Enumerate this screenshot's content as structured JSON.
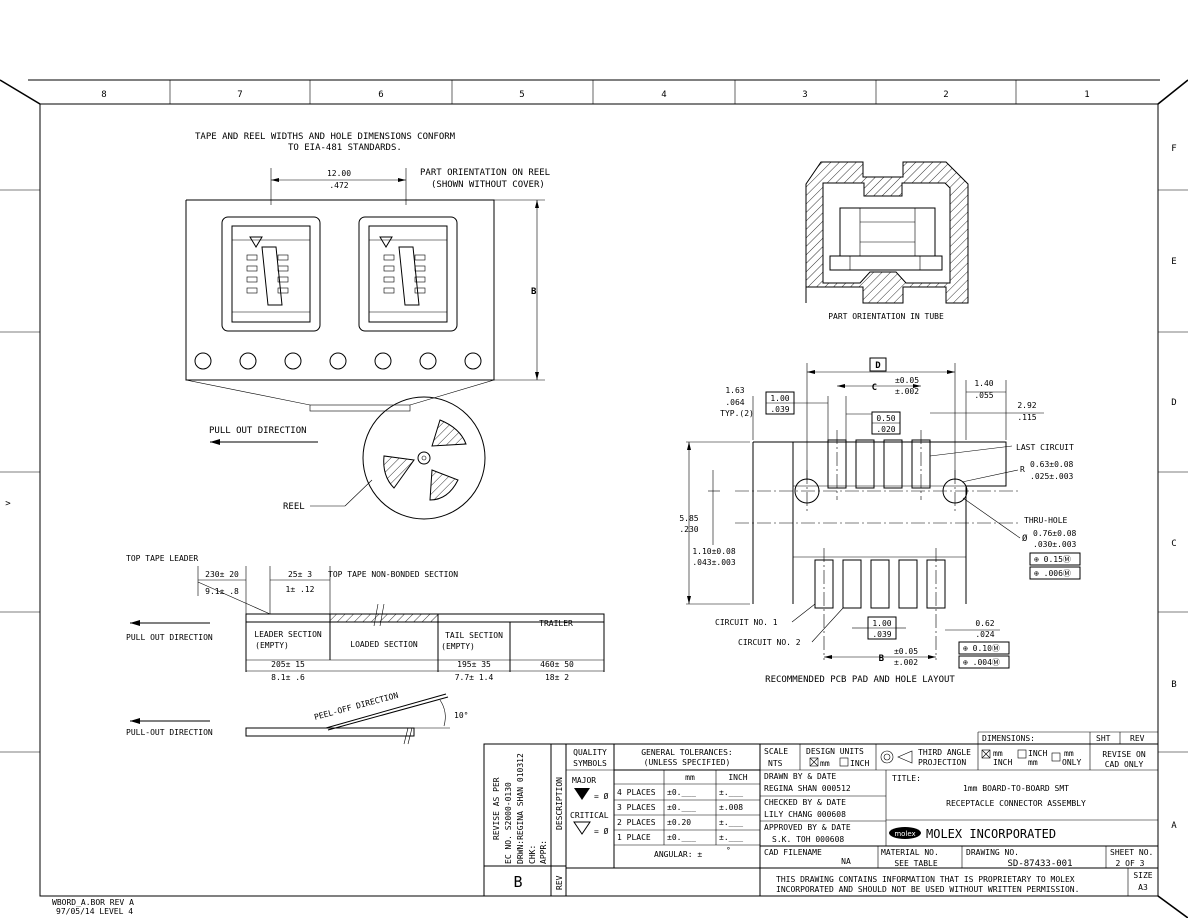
{
  "border": {
    "columns": [
      "8",
      "7",
      "6",
      "5",
      "4",
      "3",
      "2",
      "1"
    ],
    "rows": [
      "F",
      "E",
      "D",
      "C",
      "B",
      "A"
    ],
    "side_mark": ">"
  },
  "notes": {
    "tape_standard_line1": "TAPE AND REEL WIDTHS AND HOLE DIMENSIONS CONFORM",
    "tape_standard_line2": "TO EIA-481 STANDARDS.",
    "orientation_title": "PART ORIENTATION ON REEL",
    "orientation_sub": "(SHOWN WITHOUT COVER)",
    "pitch_mm": "12.00",
    "pitch_in": ".472",
    "dim_b": "B",
    "pull_out": "PULL OUT DIRECTION",
    "reel": "REEL",
    "tube": "PART ORIENTATION IN TUBE"
  },
  "pcb": {
    "title": "RECOMMENDED PCB PAD AND HOLE LAYOUT",
    "d": "D",
    "c": "C",
    "c_tol_top": "±0.05",
    "c_tol_bot": "±.002",
    "b": "B",
    "b_tol_top": "±0.05",
    "b_tol_bot": "±.002",
    "d1_mm": "1.63",
    "d1_in": ".064",
    "d1_note": "TYP.(2)",
    "box100_mm": "1.00",
    "box100_in": ".039",
    "box050_mm": "0.50",
    "box050_in": ".020",
    "d140_mm": "1.40",
    "d140_in": ".055",
    "d292_mm": "2.92",
    "d292_in": ".115",
    "last_circuit": "LAST CIRCUIT",
    "r_prefix": "R",
    "radius_mm": "0.63±0.08",
    "radius_in": ".025±.003",
    "thru_hole": "THRU-HOLE",
    "dia_prefix": "Ø",
    "hole_mm": "0.76±0.08",
    "hole_in": ".030±.003",
    "hole_pos_mm": "⊕ 0.15Ⓜ",
    "hole_pos_in": "⊕ .006Ⓜ",
    "d585_mm": "5.85",
    "d585_in": ".230",
    "d110_mm": "1.10±0.08",
    "d110_in": ".043±.003",
    "circuit1": "CIRCUIT NO. 1",
    "circuit2": "CIRCUIT NO. 2",
    "bot100_mm": "1.00",
    "bot100_in": ".039",
    "d062_mm": "0.62",
    "d062_in": ".024",
    "pad_pos_mm": "⊕ 0.10Ⓜ",
    "pad_pos_in": "⊕ .004Ⓜ"
  },
  "tape": {
    "top_tape_leader": "TOP TAPE  LEADER",
    "d230": "230± 20",
    "d230_in": "9.1± .8",
    "d25": "25± 3",
    "d25_in": "1± .12",
    "non_bonded": "TOP TAPE NON-BONDED SECTION",
    "pull_out": "PULL OUT DIRECTION",
    "trailer": "TRAILER",
    "leader1": "LEADER SECTION",
    "leader2": "(EMPTY)",
    "loaded": "LOADED SECTION",
    "tail1": "TAIL SECTION",
    "tail2": "(EMPTY)",
    "d205": "205± 15",
    "d205_in": "8.1± .6",
    "d195": "195± 35",
    "d195_in": "7.7± 1.4",
    "d460": "460± 50",
    "d460_in": "18± 2",
    "peel_off": "PEEL-OFF DIRECTION",
    "pull_out_2": "PULL-OUT DIRECTION",
    "angle": "10°"
  },
  "revision": {
    "line1": "REVISE AS PER",
    "line2": "EC NO. S2000-0130",
    "line3": "DRWN:REGINA SHAN 010312",
    "line4": "CHK:",
    "line5": "APPR:",
    "desc": "DESCRIPTION",
    "rev_letter": "B",
    "rev": "REV"
  },
  "title_block": {
    "quality1": "QUALITY",
    "quality2": "SYMBOLS",
    "major": "MAJOR",
    "critical": "CRITICAL",
    "eq0": "= Ø",
    "tol1": "GENERAL TOLERANCES:",
    "tol2": "(UNLESS SPECIFIED)",
    "mm": "mm",
    "inch": "INCH",
    "places": [
      "4 PLACES",
      "3 PLACES",
      "2 PLACES",
      "1 PLACE"
    ],
    "mm_vals": [
      "±0.___",
      "±0.___",
      "±0.20",
      "±0.___"
    ],
    "inch_vals": [
      "±.___",
      "±.008",
      "±.___",
      "±.___"
    ],
    "angular": "ANGULAR: ±",
    "deg": "°",
    "scale": "SCALE",
    "scale_val": "NTS",
    "design_units": "DESIGN UNITS",
    "du_mm": "mm",
    "du_inch": "INCH",
    "third1": "THIRD ANGLE",
    "third2": "PROJECTION",
    "dimensions": "DIMENSIONS:",
    "dim_mm": "mm",
    "dim_inch_top": "INCH",
    "dim_mm2": "mm",
    "dim_only": "ONLY",
    "sht": "SHT",
    "rev": "REV",
    "revise_on1": "REVISE ON",
    "revise_on2": "CAD ONLY",
    "drawn_by": "DRAWN BY & DATE",
    "drawn_name": "REGINA SHAN 000512",
    "checked_by": "CHECKED BY & DATE",
    "checked_name": "LILY CHANG 000608",
    "approved_by": "APPROVED BY & DATE",
    "approved_name": "S.K. TOH 000608",
    "title_label": "TITLE:",
    "title1": "1mm BOARD-TO-BOARD SMT",
    "title2": "RECEPTACLE CONNECTOR ASSEMBLY",
    "logo": "molex",
    "company": "MOLEX INCORPORATED",
    "cad_filename": "CAD FILENAME",
    "cad_val": "NA",
    "material": "MATERIAL NO.",
    "material_val": "SEE TABLE",
    "drawing_no": "DRAWING NO.",
    "drawing_val": "SD-87433-001",
    "sheet_no": "SHEET NO.",
    "sheet_val": "2 OF 3",
    "prop1": "THIS DRAWING CONTAINS INFORMATION THAT IS PROPRIETARY TO MOLEX",
    "prop2": "INCORPORATED AND SHOULD NOT BE USED WITHOUT WRITTEN PERMISSION.",
    "size": "SIZE",
    "size_val": "A3"
  },
  "footer": {
    "line1": "WBORD_A.BOR  REV A",
    "line2": "97/05/14  LEVEL 4"
  }
}
